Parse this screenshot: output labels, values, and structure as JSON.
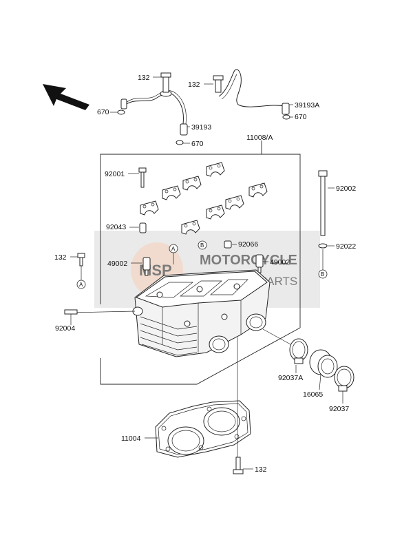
{
  "labels": {
    "p132_a": "132",
    "p132_b": "132",
    "p670_a": "670",
    "p39193": "39193",
    "p670_b": "670",
    "p39193a": "39193A",
    "p670_c": "670",
    "p11008a": "11008/A",
    "p92001": "92001",
    "p92002": "92002",
    "p92043": "92043",
    "p92066": "92066",
    "p92022": "92022",
    "p132_c": "132",
    "p49002_a": "49002",
    "p49002_b": "49002",
    "p92004": "92004",
    "p92037a": "92037A",
    "p16065": "16065",
    "p92037": "92037",
    "p11004": "11004",
    "p132_d": "132"
  },
  "refs": {
    "a1": "A",
    "a2": "A",
    "b1": "B",
    "b2": "B"
  },
  "watermark": {
    "line1": "MOTORCYCLE",
    "line2": "SPARE PARTS",
    "badge": "MSP"
  }
}
